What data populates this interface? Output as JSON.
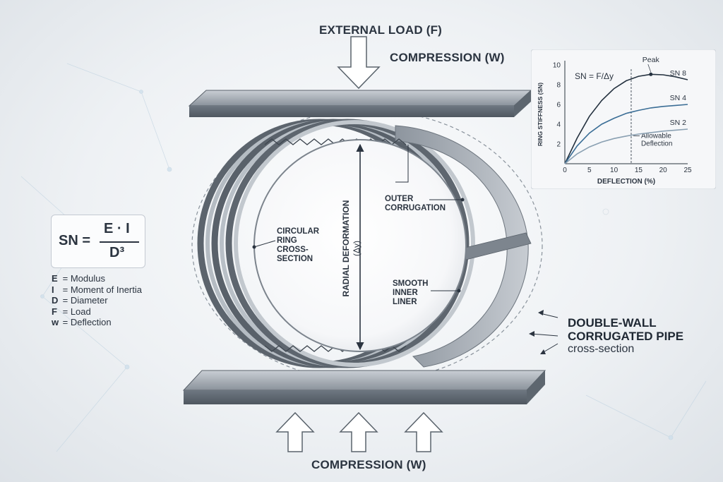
{
  "labels": {
    "external_load": "EXTERNAL LOAD (F)",
    "compression_top": "COMPRESSION (W)",
    "compression_bottom": "COMPRESSION (W)",
    "outer_corrugation": "OUTER\nCORRUGATION",
    "circular_ring": "CIRCULAR\nRING\nCROSS-\nSECTION",
    "radial_deformation": "RADIAL DEFORMATION",
    "radial_symbol": "(Δy)",
    "smooth_liner": "SMOOTH\nINNER\nLINER",
    "pipe_title_line1": "DOUBLE-WALL",
    "pipe_title_line2": "CORRUGATED PIPE",
    "pipe_subtitle": "cross-section"
  },
  "formula": {
    "lhs": "SN =",
    "numerator": "E · I",
    "denominator": "D³"
  },
  "legend": [
    {
      "symbol": "E",
      "text": "= Modulus"
    },
    {
      "symbol": "I",
      "text": "= Moment of Inertia"
    },
    {
      "symbol": "D",
      "text": "= Diameter"
    },
    {
      "symbol": "F",
      "text": "= Load"
    },
    {
      "symbol": "w",
      "text": "= Deflection"
    }
  ],
  "chart_data": {
    "type": "line",
    "title": "",
    "equation": "SN = F/Δy",
    "xlabel": "DEFLECTION (%)",
    "ylabel": "RING STIFFNESS (SN)",
    "xlim": [
      0,
      25
    ],
    "ylim": [
      0,
      10
    ],
    "xticks": [
      0,
      5,
      10,
      15,
      20,
      25
    ],
    "yticks": [
      2,
      4,
      6,
      8,
      10
    ],
    "grid": false,
    "series": [
      {
        "name": "SN 8",
        "color": "#24313f",
        "x": [
          0,
          2.5,
          5,
          7.5,
          10,
          12.5,
          15,
          17.5,
          20,
          22.5,
          25
        ],
        "y": [
          0,
          2.6,
          4.8,
          6.4,
          7.6,
          8.4,
          8.85,
          9.05,
          9.0,
          8.8,
          8.5
        ]
      },
      {
        "name": "SN 4",
        "color": "#3b6e96",
        "x": [
          0,
          2.5,
          5,
          7.5,
          10,
          12.5,
          15,
          17.5,
          20,
          22.5,
          25
        ],
        "y": [
          0,
          1.8,
          3.1,
          4.0,
          4.6,
          5.1,
          5.4,
          5.65,
          5.8,
          5.9,
          6.0
        ]
      },
      {
        "name": "SN 2",
        "color": "#8aa0b2",
        "x": [
          0,
          2.5,
          5,
          7.5,
          10,
          12.5,
          15,
          17.5,
          20,
          22.5,
          25
        ],
        "y": [
          0,
          1.0,
          1.7,
          2.2,
          2.55,
          2.8,
          3.0,
          3.15,
          3.3,
          3.4,
          3.5
        ]
      }
    ],
    "annotations": [
      {
        "text": "Peak",
        "x": 17.5,
        "y": 9.05
      },
      {
        "text": "Allowable\nDeflection",
        "x": 13.5
      }
    ]
  }
}
